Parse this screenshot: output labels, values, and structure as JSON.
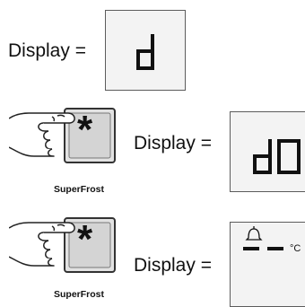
{
  "step1": {
    "display_label": "Display =",
    "display_value": "d"
  },
  "step2": {
    "display_label": "Display =",
    "display_value": "d0",
    "button_symbol": "*",
    "button_caption": "SuperFrost",
    "hand_icon": "pointing-hand-icon"
  },
  "step3": {
    "display_label": "Display =",
    "display_value": "- -",
    "bell_icon": "bell-icon",
    "unit": "°C",
    "button_symbol": "*",
    "button_caption": "SuperFrost",
    "hand_icon": "pointing-hand-icon"
  }
}
